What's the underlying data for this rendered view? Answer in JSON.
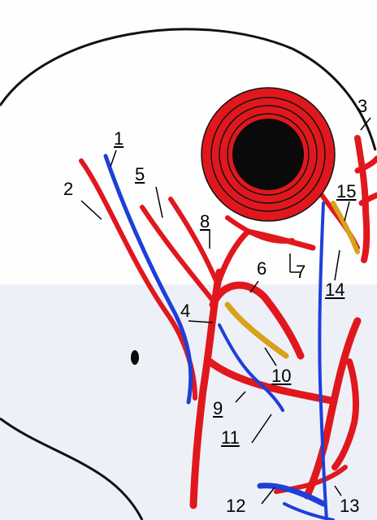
{
  "colors": {
    "upper_background": "#fefefe",
    "lower_background": "#eef0f8",
    "artery": "#e0181d",
    "vein": "#1e3fd8",
    "nerve": "#d8a21a",
    "outline": "#111111",
    "pupil": "#0a0a0a"
  },
  "labels": {
    "l1": "1",
    "l2": "2",
    "l3": "3",
    "l4": "4",
    "l5": "5",
    "l6": "6",
    "l7": "7",
    "l8": "8",
    "l9": "9",
    "l10": "10",
    "l11": "11",
    "l12": "12",
    "l13": "13",
    "l14": "14",
    "l15": "15"
  }
}
